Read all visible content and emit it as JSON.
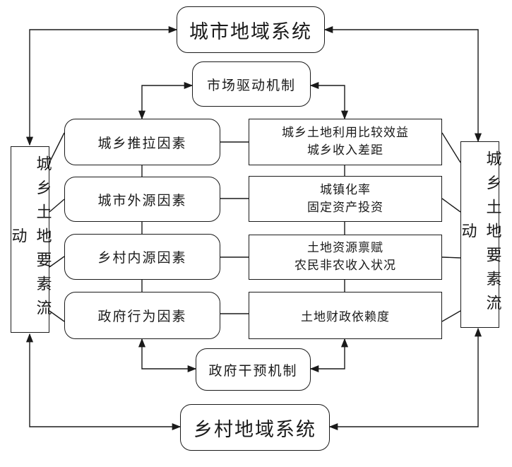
{
  "urban_system": "城市地域系统",
  "rural_system": "乡村地域系统",
  "market_mechanism": "市场驱动机制",
  "government_mechanism": "政府干预机制",
  "factors": [
    "城乡推拉因素",
    "城市外源因素",
    "乡村内源因素",
    "政府行为因素"
  ],
  "indicators": [
    [
      "城乡土地利用比较效益",
      "城乡收入差距"
    ],
    [
      "城镇化率",
      "固定资产投资"
    ],
    [
      "土地资源禀赋",
      "农民非农收入状况"
    ],
    [
      "土地财政依赖度"
    ]
  ],
  "flow_left": "城乡土地要素流动",
  "flow_right": "城乡土地要素流动"
}
